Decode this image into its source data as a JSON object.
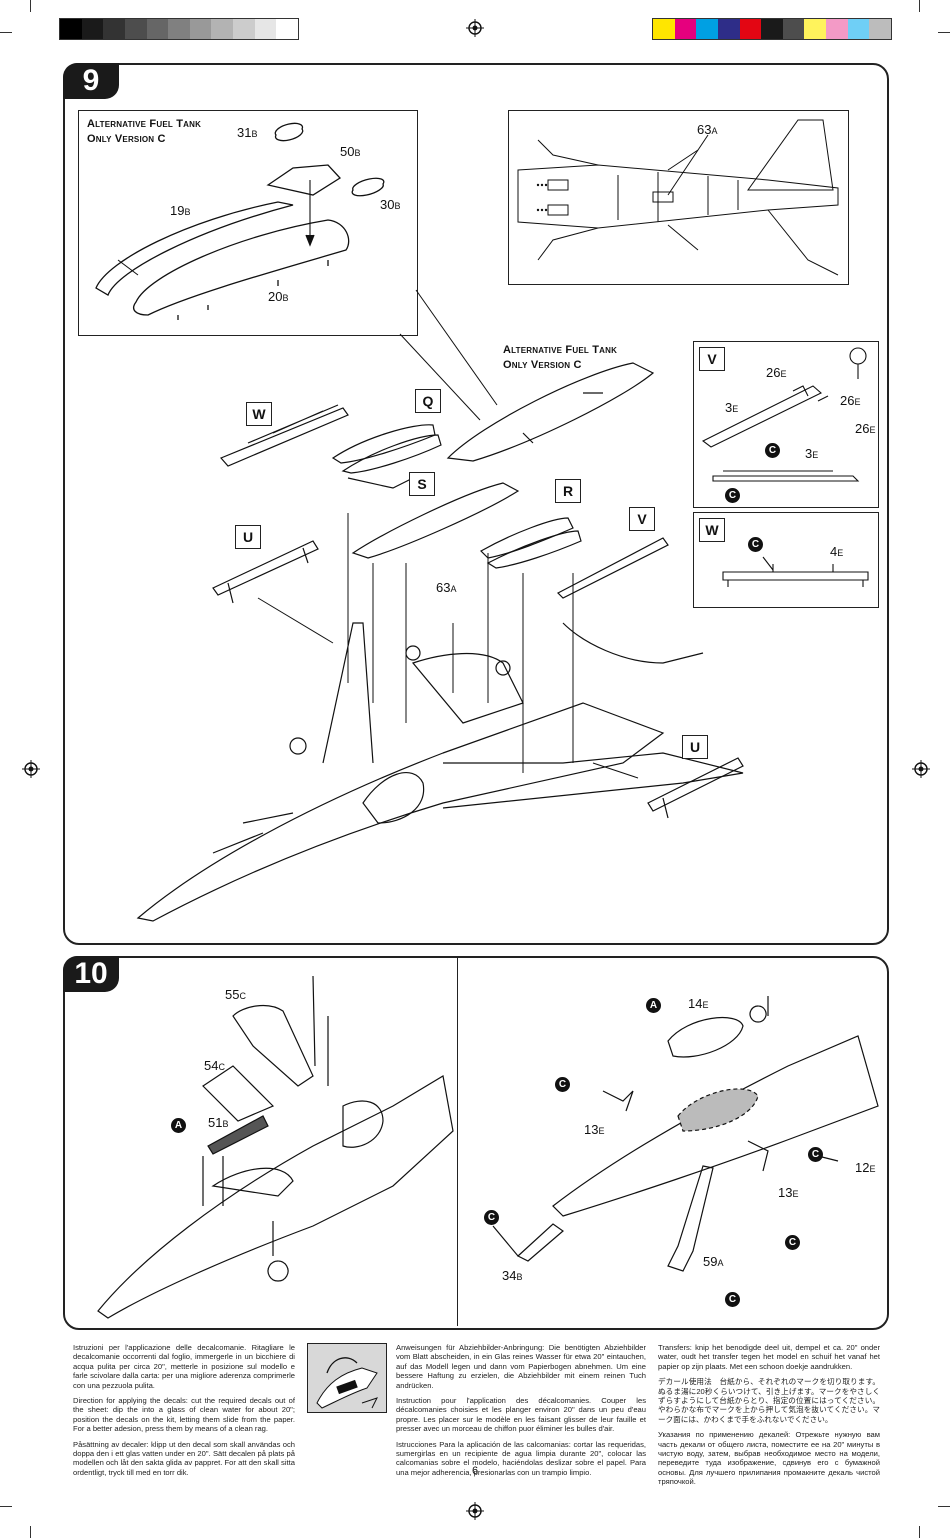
{
  "color_bar_gray": [
    "#000000",
    "#1a1a1a",
    "#333333",
    "#4d4d4d",
    "#666666",
    "#808080",
    "#999999",
    "#b3b3b3",
    "#cccccc",
    "#e6e6e6",
    "#ffffff"
  ],
  "color_bar_colors": [
    "#ffe600",
    "#e6007e",
    "#00a0e3",
    "#2e2d88",
    "#e30613",
    "#1a1a1a",
    "#4d4d4d",
    "#fff35c",
    "#f39ac6",
    "#6fcff6",
    "#bcbcbc"
  ],
  "step9": {
    "number": "9",
    "inset_title_line1": "Alternative Fuel Tank",
    "inset_title_line2": "Only Version C",
    "main_title_line1": "Alternative Fuel Tank",
    "main_title_line2": "Only Version C",
    "parts": {
      "p31b": "31",
      "p50b": "50",
      "p30b": "30",
      "p19b": "19",
      "p20b": "20",
      "p63a_top": "63",
      "p63a_mid": "63",
      "p26e_1": "26",
      "p3e_1": "3",
      "p26e_2": "26",
      "p26e_3": "26",
      "p3e_2": "3",
      "p4e": "4"
    },
    "suffix": {
      "b": "B",
      "a": "A",
      "e": "E"
    },
    "letters": {
      "w_main": "W",
      "q": "Q",
      "s": "S",
      "r": "R",
      "u_top": "U",
      "v_main": "V",
      "u_bottom": "U",
      "v_box": "V",
      "w_box": "W"
    },
    "glue": "C"
  },
  "step10": {
    "number": "10",
    "parts": {
      "p55c": "55",
      "p54c": "54",
      "p51b": "51",
      "p14e": "14",
      "p13e_1": "13",
      "p12e": "12",
      "p13e_2": "13",
      "p34b": "34",
      "p59a": "59"
    },
    "suffix": {
      "a": "A",
      "b": "B",
      "c": "C",
      "e": "E"
    },
    "paint_a": "A",
    "glue": "C"
  },
  "decals": {
    "col1": [
      "Istruzioni per l'applicazione delle decalcomanie. Ritagliare le decalcomanie occorrenti dal foglio, immergerle in un bicchiere di acqua pulita per circa 20\", metterle in posizione sul modello e farle scivolare dalla carta: per una migliore aderenza comprimerle con una pezzuola pulita.",
      "Direction for applying the decals: cut the required decals out of the sheet: dip the into a glass of clean water for about 20\"; position the decals on the kit, letting them slide from the paper. For a better adesion, press them by means of a clean rag.",
      "Påsättning av decaler: klipp ut den decal som skall användas och doppa den i ett glas vatten under en 20\". Sätt decalen på plats på modellen och låt den sakta glida av pappret. For att den skall sitta ordentligt, tryck till med en torr dik."
    ],
    "col2": [
      "Anweisungen für Abziehbilder-Anbringung: Die benötigten Abziehbilder vom Blatt abscheiden, in ein Glas reines Wasser für etwa 20\" eintauchen, auf das Modell legen und dann vom Papierbogen abnehmen. Um eine bessere Haftung zu erzielen, die Abziehbilder mit einem reinen Tuch andrücken.",
      "Instruction pour l'application des décalcomanies. Couper les décalcomanies choisies et les planger environ 20\" dans un peu d'eau propre. Les placer sur le modèle en les faisant glisser de leur fauille et presser avec un morceau de chiffon puor éliminer les bulles d'air.",
      "Istrucciones Para la aplicación de las calcomanias: cortar las requeridas, sumergirlas en un recipiente de agua limpia durante 20\", colocar las calcomanias sobre el modelo, haciéndolas deslizar sobre el papel. Para una mejor adherencia, presionarlas con un trampio limpio."
    ],
    "col3": [
      "Transfers: knip het benodigde deel uit, dempel et ca. 20\" onder water, oudt het transfer tegen het model en schuif het vanaf het papier op zijn plaats. Met een schoon doekje aandrukken.",
      "デカール使用法　台紙から、それぞれのマークを切り取ります。ぬるま湯に20秒くらいつけて、引き上げます。マークをやさしくずらすようにして台紙からとり、指定の位置にはってください。やわらかな布でマークを上から押して気泡を抜いてください。マーク面には、かわくまで手をふれないでください。",
      "Указания по применению декалей: Отрежьте нужную вам часть декали от общего листа, поместите ее на 20\" минуты в чистую воду, затем, выбрав необходимое место на модели, переведите туда изображение, сдвинув его с бумажной основы. Для лучшего прилипания промакните декаль чистой тряпочкой."
    ]
  },
  "page_number": "6"
}
